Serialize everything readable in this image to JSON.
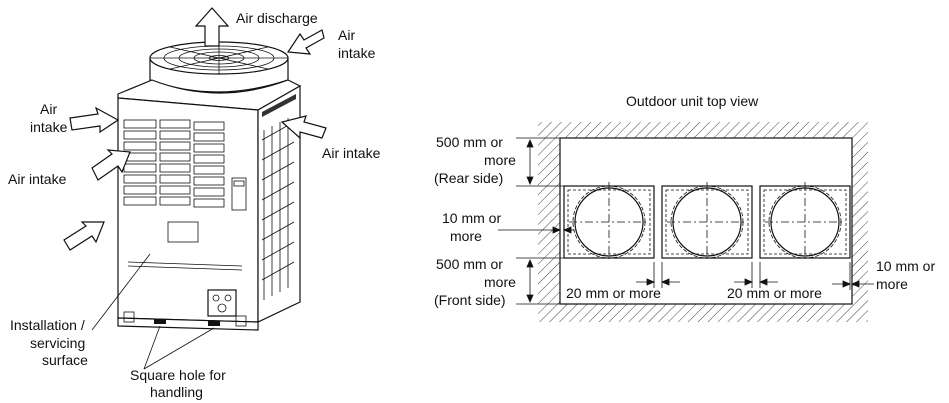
{
  "left_labels": {
    "air_discharge": "Air discharge",
    "air_intake_top_right_1": "Air",
    "air_intake_top_right_2": "intake",
    "air_intake_left_1": "Air",
    "air_intake_left_2": "intake",
    "air_intake_right": "Air intake",
    "air_intake_mid": "Air intake",
    "install_1": "Installation /",
    "install_2": "servicing",
    "install_3": "surface",
    "square_1": "Square hole for",
    "square_2": "handling"
  },
  "right_labels": {
    "top_view_title": "Outdoor unit top view",
    "rear_1": "500 mm or",
    "rear_2": "more",
    "rear_3": "(Rear side)",
    "side_1": "10 mm or",
    "side_2": "more",
    "front_1": "500 mm or",
    "front_2": "more",
    "front_3": "(Front side)",
    "gap_left": "20 mm or more",
    "gap_right": "20 mm or more",
    "right_1": "10 mm or",
    "right_2": "more"
  }
}
